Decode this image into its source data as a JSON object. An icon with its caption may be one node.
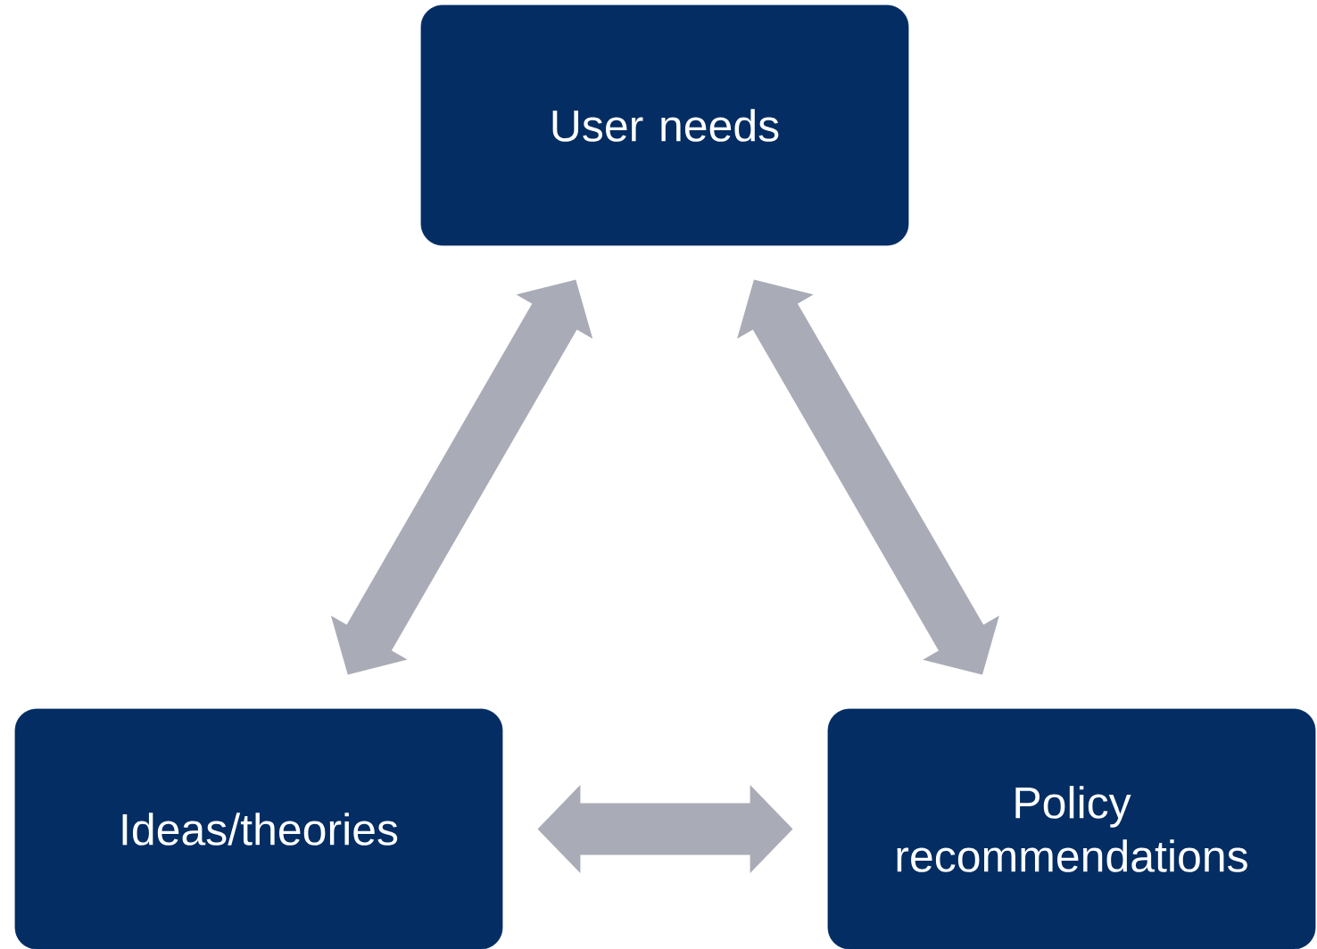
{
  "diagram": {
    "nodes": [
      {
        "text": [
          "User needs"
        ]
      },
      {
        "text": [
          "Ideas/theories"
        ]
      },
      {
        "text": [
          "Policy recommendations"
        ]
      }
    ],
    "edges": [
      {
        "from": 0,
        "to": 1,
        "arrow": "both"
      },
      {
        "from": 0,
        "to": 2,
        "arrow": "both"
      },
      {
        "from": 1,
        "to": 2,
        "arrow": "both"
      }
    ]
  }
}
